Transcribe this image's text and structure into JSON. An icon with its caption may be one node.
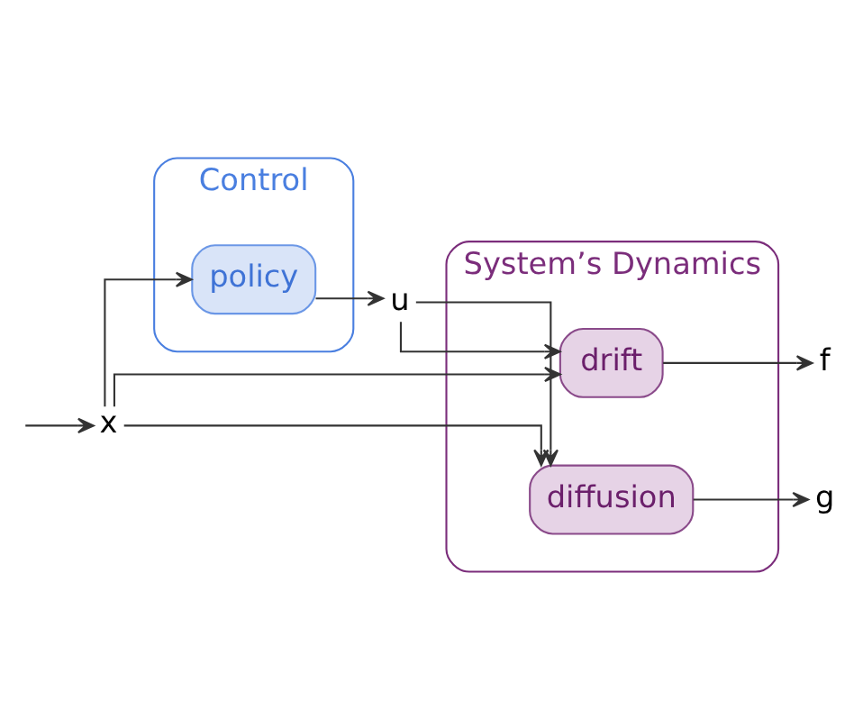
{
  "diagram": {
    "nodes": [
      {
        "text": [
          "x"
        ]
      },
      {
        "text": [
          "Control"
        ]
      },
      {
        "text": [
          "policy"
        ],
        "in": 1
      },
      {
        "text": [
          "u"
        ]
      },
      {
        "text": [
          "System’s Dynamics"
        ]
      },
      {
        "text": [
          "drift"
        ],
        "in": 4
      },
      {
        "text": [
          "diffusion"
        ],
        "in": 4
      },
      {
        "text": [
          "f"
        ]
      },
      {
        "text": [
          "g"
        ]
      }
    ],
    "edges": [
      {
        "from": null,
        "to": 0,
        "arrow": "to"
      },
      {
        "from": 0,
        "to": 2,
        "arrow": "to"
      },
      {
        "from": 0,
        "to": 5,
        "arrow": "to"
      },
      {
        "from": 0,
        "to": 6,
        "arrow": "to"
      },
      {
        "from": 2,
        "to": 3,
        "arrow": "to"
      },
      {
        "from": 3,
        "to": 5,
        "arrow": "to"
      },
      {
        "from": 3,
        "to": 6,
        "arrow": "to"
      },
      {
        "from": 5,
        "to": 7,
        "arrow": "to"
      },
      {
        "from": 6,
        "to": 8,
        "arrow": "to"
      }
    ]
  }
}
